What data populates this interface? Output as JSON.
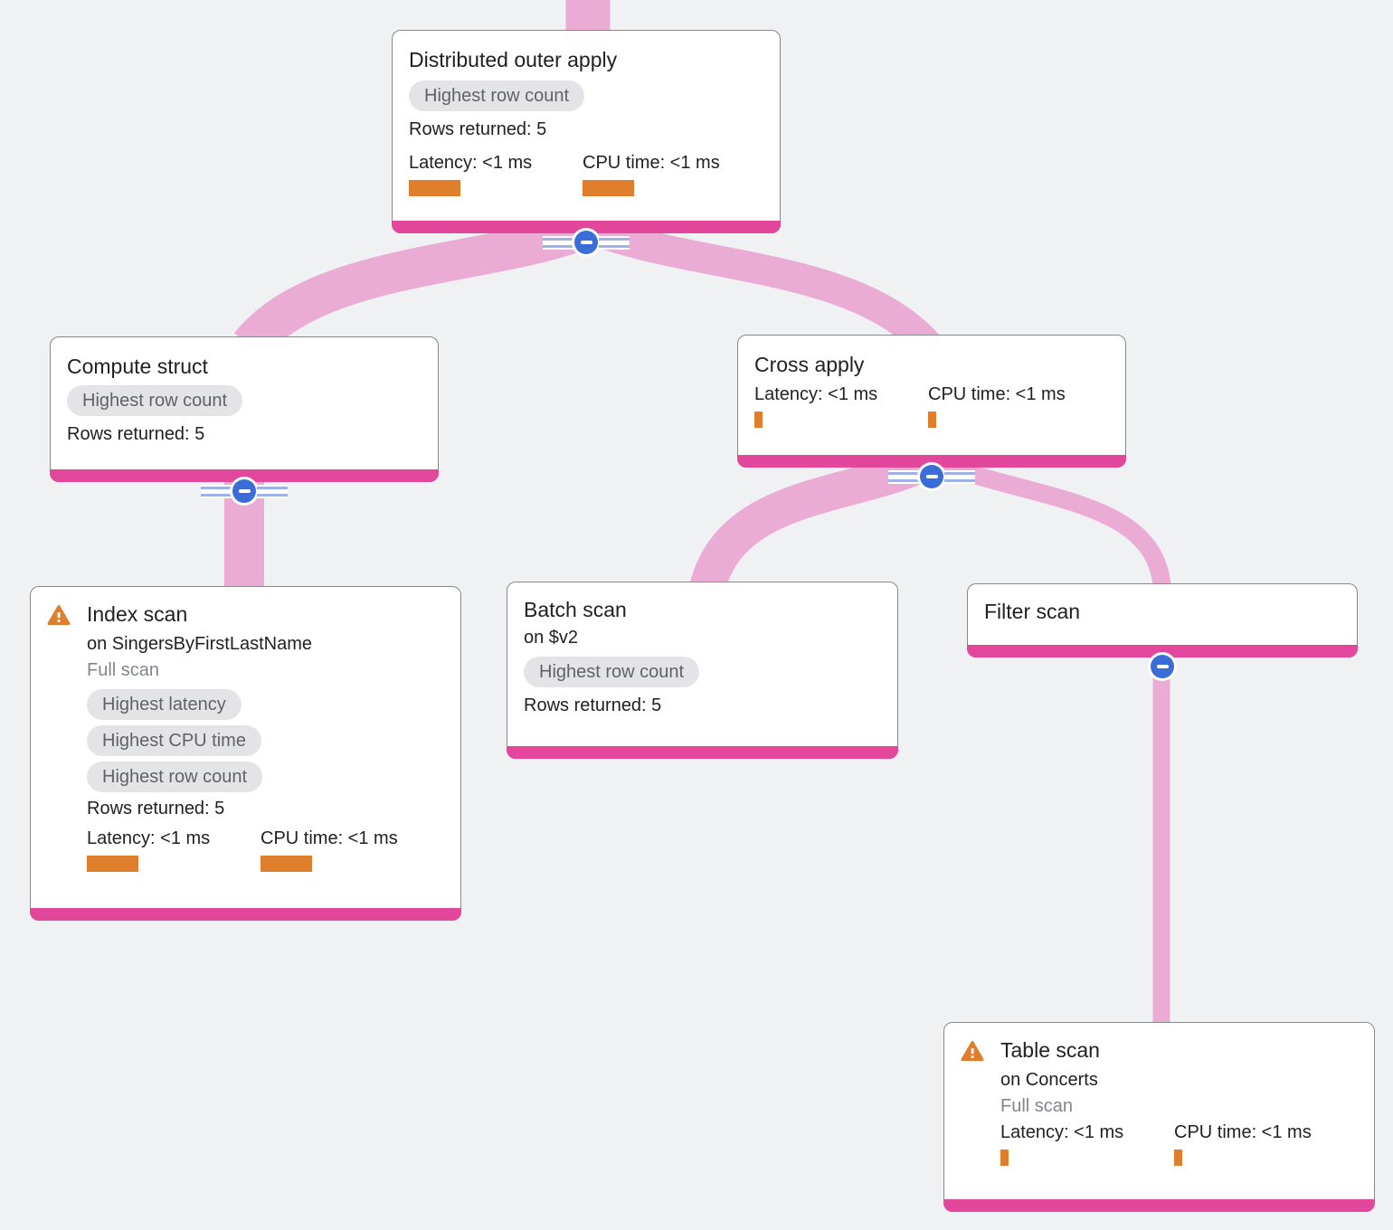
{
  "diagram": {
    "type": "query-execution-plan-tree",
    "background_color": "#f0f1f3",
    "edge_color": "#e78fc8",
    "node_bottom_bar_color": "#e2479b",
    "metric_bar_color": "#df7e2c",
    "collapse_button_color": "#3a6dd8",
    "badge_background_color": "#e4e4e7"
  },
  "nodes": [
    {
      "id": "distributed-outer-apply",
      "title": "Distributed outer apply",
      "badges": [
        "Highest row count"
      ],
      "rows_returned": "Rows returned: 5",
      "metrics": {
        "latency": "Latency: <1 ms",
        "cpu": "CPU time: <1 ms"
      }
    },
    {
      "id": "compute-struct",
      "title": "Compute struct",
      "badges": [
        "Highest row count"
      ],
      "rows_returned": "Rows returned: 5"
    },
    {
      "id": "cross-apply",
      "title": "Cross apply",
      "metrics": {
        "latency": "Latency: <1 ms",
        "cpu": "CPU time: <1 ms"
      }
    },
    {
      "id": "index-scan",
      "title": "Index scan",
      "warning": true,
      "subtitle": "on SingersByFirstLastName",
      "scan_type": "Full scan",
      "badges": [
        "Highest latency",
        "Highest CPU time",
        "Highest row count"
      ],
      "rows_returned": "Rows returned: 5",
      "metrics": {
        "latency": "Latency: <1 ms",
        "cpu": "CPU time: <1 ms"
      }
    },
    {
      "id": "batch-scan",
      "title": "Batch scan",
      "subtitle": "on $v2",
      "badges": [
        "Highest row count"
      ],
      "rows_returned": "Rows returned: 5"
    },
    {
      "id": "filter-scan",
      "title": "Filter scan"
    },
    {
      "id": "table-scan",
      "title": "Table scan",
      "warning": true,
      "subtitle": "on Concerts",
      "scan_type": "Full scan",
      "metrics": {
        "latency": "Latency: <1 ms",
        "cpu": "CPU time: <1 ms"
      }
    }
  ]
}
